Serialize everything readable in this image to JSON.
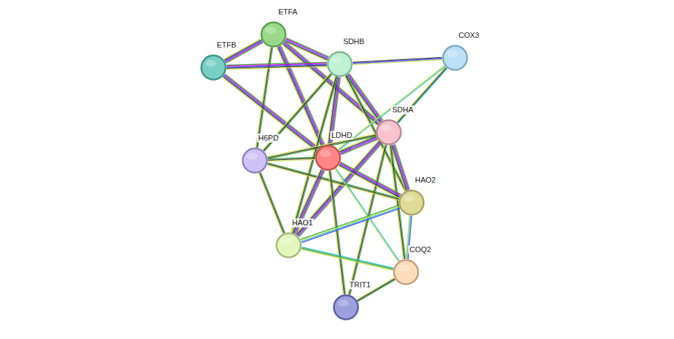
{
  "diagram": {
    "nodes": [
      {
        "text": [
          "ETFA"
        ]
      },
      {
        "text": [
          "ETFB"
        ]
      },
      {
        "text": [
          "SDHB"
        ]
      },
      {
        "text": [
          "COX3"
        ]
      },
      {
        "text": [
          "SDHA"
        ]
      },
      {
        "text": [
          "H6PD"
        ]
      },
      {
        "text": [
          "LDHD"
        ]
      },
      {
        "text": [
          "HAO2"
        ]
      },
      {
        "text": [
          "HAO1"
        ]
      },
      {
        "text": [
          "COQ2"
        ]
      },
      {
        "text": [
          "TRIT1"
        ]
      }
    ],
    "edges": [
      {
        "from": 0,
        "to": 1,
        "arrow": "none"
      },
      {
        "from": 0,
        "to": 2,
        "arrow": "none"
      },
      {
        "from": 0,
        "to": 4,
        "arrow": "none"
      },
      {
        "from": 0,
        "to": 6,
        "arrow": "none"
      },
      {
        "from": 0,
        "to": 5,
        "arrow": "none"
      },
      {
        "from": 1,
        "to": 2,
        "arrow": "none"
      },
      {
        "from": 1,
        "to": 6,
        "arrow": "none"
      },
      {
        "from": 2,
        "to": 3,
        "arrow": "none"
      },
      {
        "from": 2,
        "to": 4,
        "arrow": "none"
      },
      {
        "from": 2,
        "to": 6,
        "arrow": "none"
      },
      {
        "from": 2,
        "to": 5,
        "arrow": "none"
      },
      {
        "from": 2,
        "to": 8,
        "arrow": "none"
      },
      {
        "from": 2,
        "to": 7,
        "arrow": "none"
      },
      {
        "from": 3,
        "to": 4,
        "arrow": "none"
      },
      {
        "from": 3,
        "to": 6,
        "arrow": "none"
      },
      {
        "from": 4,
        "to": 6,
        "arrow": "none"
      },
      {
        "from": 4,
        "to": 5,
        "arrow": "none"
      },
      {
        "from": 4,
        "to": 7,
        "arrow": "none"
      },
      {
        "from": 4,
        "to": 8,
        "arrow": "none"
      },
      {
        "from": 4,
        "to": 9,
        "arrow": "none"
      },
      {
        "from": 4,
        "to": 10,
        "arrow": "none"
      },
      {
        "from": 5,
        "to": 6,
        "arrow": "none"
      },
      {
        "from": 5,
        "to": 7,
        "arrow": "none"
      },
      {
        "from": 5,
        "to": 8,
        "arrow": "none"
      },
      {
        "from": 6,
        "to": 7,
        "arrow": "none"
      },
      {
        "from": 6,
        "to": 8,
        "arrow": "none"
      },
      {
        "from": 6,
        "to": 9,
        "arrow": "none"
      },
      {
        "from": 6,
        "to": 10,
        "arrow": "none"
      },
      {
        "from": 7,
        "to": 8,
        "arrow": "none"
      },
      {
        "from": 7,
        "to": 9,
        "arrow": "none"
      },
      {
        "from": 8,
        "to": 9,
        "arrow": "none"
      },
      {
        "from": 9,
        "to": 10,
        "arrow": "none"
      }
    ]
  }
}
